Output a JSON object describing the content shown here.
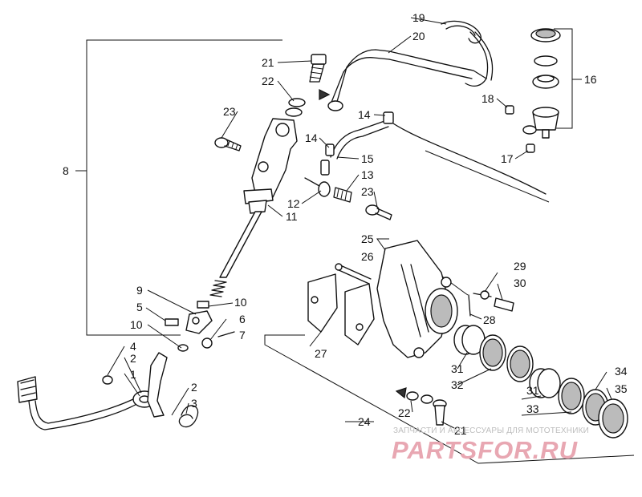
{
  "callouts": [
    {
      "id": "c1",
      "text": "1"
    },
    {
      "id": "c2a",
      "text": "2"
    },
    {
      "id": "c2b",
      "text": "2"
    },
    {
      "id": "c3",
      "text": "3"
    },
    {
      "id": "c4",
      "text": "4"
    },
    {
      "id": "c5",
      "text": "5"
    },
    {
      "id": "c6",
      "text": "6"
    },
    {
      "id": "c7",
      "text": "7"
    },
    {
      "id": "c8",
      "text": "8"
    },
    {
      "id": "c9",
      "text": "9"
    },
    {
      "id": "c10a",
      "text": "10"
    },
    {
      "id": "c10b",
      "text": "10"
    },
    {
      "id": "c11",
      "text": "11"
    },
    {
      "id": "c12",
      "text": "12"
    },
    {
      "id": "c13",
      "text": "13"
    },
    {
      "id": "c14a",
      "text": "14"
    },
    {
      "id": "c14b",
      "text": "14"
    },
    {
      "id": "c15",
      "text": "15"
    },
    {
      "id": "c16",
      "text": "16"
    },
    {
      "id": "c17",
      "text": "17"
    },
    {
      "id": "c18",
      "text": "18"
    },
    {
      "id": "c19",
      "text": "19"
    },
    {
      "id": "c20",
      "text": "20"
    },
    {
      "id": "c21a",
      "text": "21"
    },
    {
      "id": "c21b",
      "text": "21"
    },
    {
      "id": "c22a",
      "text": "22"
    },
    {
      "id": "c22b",
      "text": "22"
    },
    {
      "id": "c23a",
      "text": "23"
    },
    {
      "id": "c23b",
      "text": "23"
    },
    {
      "id": "c24",
      "text": "24"
    },
    {
      "id": "c25",
      "text": "25"
    },
    {
      "id": "c26",
      "text": "26"
    },
    {
      "id": "c27",
      "text": "27"
    },
    {
      "id": "c28",
      "text": "28"
    },
    {
      "id": "c29",
      "text": "29"
    },
    {
      "id": "c30",
      "text": "30"
    },
    {
      "id": "c31a",
      "text": "31"
    },
    {
      "id": "c31b",
      "text": "31"
    },
    {
      "id": "c32",
      "text": "32"
    },
    {
      "id": "c33",
      "text": "33"
    },
    {
      "id": "c34",
      "text": "34"
    },
    {
      "id": "c35",
      "text": "35"
    }
  ],
  "watermark": {
    "tagline": "ЗАПЧАСТИ И АКСЕССУАРЫ ДЛЯ МОТОТЕХНИКИ",
    "logo": "PARTSFOR.RU",
    "logo_color": "#e8a7b2"
  }
}
